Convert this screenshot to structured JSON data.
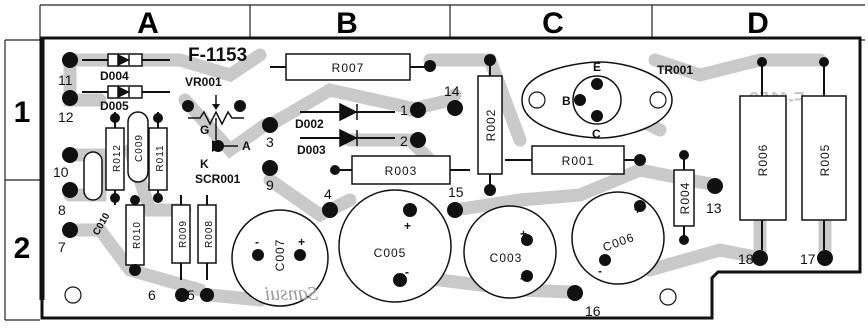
{
  "grid": {
    "columns": [
      "A",
      "B",
      "C",
      "D"
    ],
    "rows": [
      "1",
      "2"
    ]
  },
  "board": {
    "id": "F-1153",
    "mirror_id": "F-1153",
    "brand": "Sansui"
  },
  "components": {
    "d004": "D004",
    "d005": "D005",
    "vr001": "VR001",
    "g": "G",
    "a": "A",
    "k": "K",
    "scr001": "SCR001",
    "r007": "R007",
    "d002": "D002",
    "d003": "D003",
    "r002": "R002",
    "r003": "R003",
    "r001": "R001",
    "tr001": "TR001",
    "e": "E",
    "b": "B",
    "c": "C",
    "r004": "R004",
    "r006": "R006",
    "r005": "R005",
    "r012": "R012",
    "c009": "C009",
    "r011": "R011",
    "c010": "C010",
    "r010": "R010",
    "r009": "R009",
    "r008": "R008",
    "c007": "C007",
    "c005": "C005",
    "c003": "C003",
    "c006": "C006"
  },
  "terminals": {
    "t1": "1",
    "t2": "2",
    "t3": "3",
    "t4": "4",
    "t5": "5",
    "t6": "6",
    "t7": "7",
    "t8": "8",
    "t9": "9",
    "t10": "10",
    "t11": "11",
    "t12": "12",
    "t13": "13",
    "t14": "14",
    "t15": "15",
    "t16": "16",
    "t17": "17",
    "t18": "18"
  },
  "polarity": {
    "plus": "+",
    "minus": "-"
  }
}
